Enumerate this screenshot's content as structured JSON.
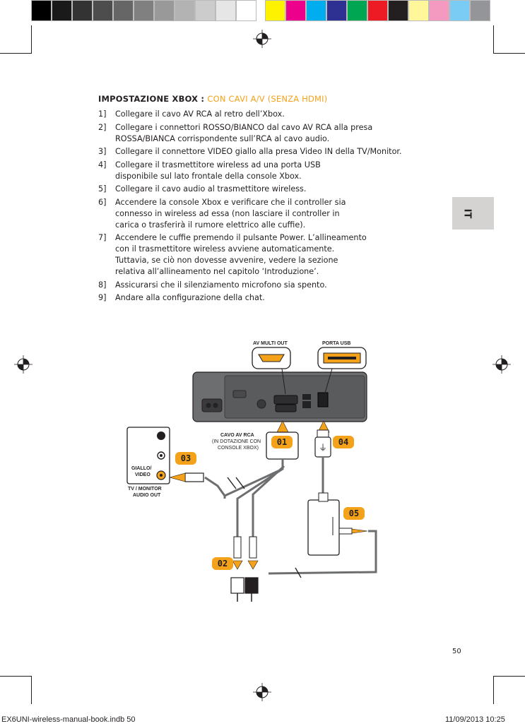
{
  "colors": {
    "accent": "#f3a21a",
    "text": "#231f20",
    "tab": "#d4d3d2",
    "grays": [
      "#000000",
      "#1a1a1a",
      "#333333",
      "#4d4d4d",
      "#666666",
      "#808080",
      "#999999",
      "#b3b3b3",
      "#cccccc",
      "#e6e6e6",
      "#ffffff"
    ],
    "process": [
      "#fff200",
      "#ec008c",
      "#00aeef",
      "#2e3192",
      "#00a651",
      "#ed1c24",
      "#231f20",
      "#fff799",
      "#f49ac1",
      "#7accf4",
      "#939598"
    ]
  },
  "heading": {
    "main": "IMPOSTAZIONE XBOX : ",
    "sub": "CON CAVI A/V (SENZA HDMI)"
  },
  "steps": [
    {
      "num": "1]",
      "lines": [
        "Collegare il cavo AV RCA al retro dell’Xbox."
      ]
    },
    {
      "num": "2]",
      "lines": [
        "Collegare i connettori ROSSO/BIANCO dal cavo AV RCA alla presa",
        "ROSSA/BIANCA corrispondente sull’RCA al cavo audio."
      ]
    },
    {
      "num": "3]",
      "lines": [
        "Collegare il connettore VIDEO giallo alla presa Video IN della TV/Monitor."
      ]
    },
    {
      "num": "4]",
      "lines": [
        "Collegare il trasmettitore wireless ad una porta USB",
        "disponibile sul lato frontale della console Xbox."
      ]
    },
    {
      "num": "5]",
      "lines": [
        "Collegare il cavo audio al trasmettitore wireless."
      ]
    },
    {
      "num": "6]",
      "lines": [
        "Accendere la console Xbox e verificare che il controller sia",
        "connesso in wireless ad essa (non lasciare il controller in",
        "carica o trasferirà il rumore elettrico alle cuffie)."
      ]
    },
    {
      "num": "7]",
      "lines": [
        "Accendere le cuffie premendo il pulsante Power. L’allineamento",
        "con il trasmettitore wireless avviene automaticamente.",
        "Tuttavia, se ciò non dovesse avvenire, vedere la sezione",
        "relativa all’allineamento nel capitolo ‘Introduzione’."
      ]
    },
    {
      "num": "8]",
      "lines": [
        "Assicurarsi che il silenziamento microfono sia spento."
      ]
    },
    {
      "num": "9]",
      "lines": [
        "Andare alla configurazione della chat."
      ]
    }
  ],
  "tab": {
    "label": "IT"
  },
  "diagram": {
    "av_multi_out": "AV MULTI OUT",
    "porta_usb": "PORTA USB",
    "cavo_av_rca": "CAVO AV RCA",
    "cavo_note_1": "(IN DOTAZIONE CON",
    "cavo_note_2": "CONSOLE XBOX)",
    "giallo_1": "GIALLO/",
    "giallo_2": "VIDEO",
    "tv_1": "TV / MONITOR",
    "tv_2": "AUDIO OUT",
    "badges": [
      "01",
      "02",
      "03",
      "04",
      "05"
    ]
  },
  "page_number": "50",
  "footer": {
    "left": "EX6UNI-wireless-manual-book.indb   50",
    "right": "11/09/2013   10:25"
  }
}
